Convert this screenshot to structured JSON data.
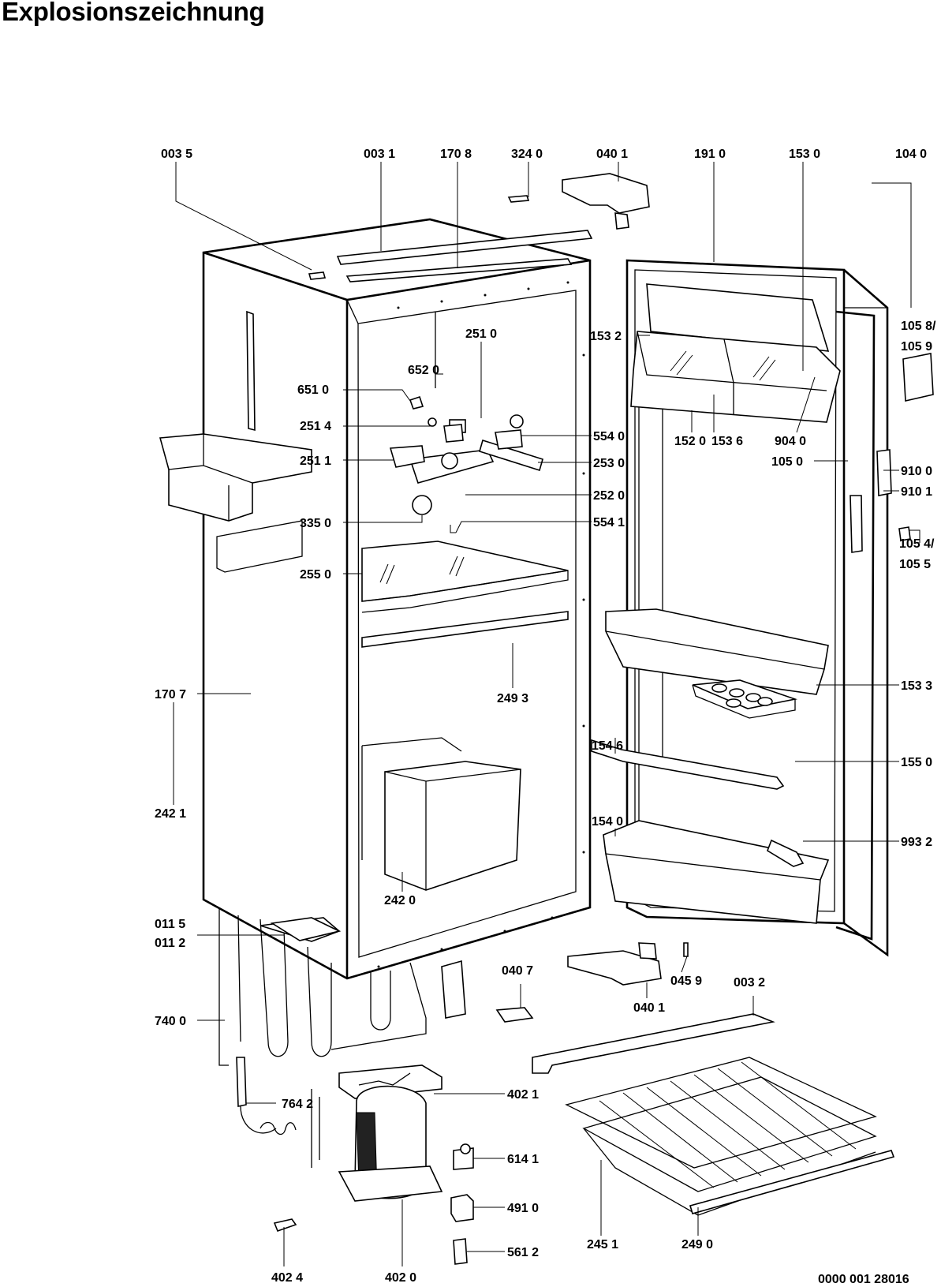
{
  "title": "Explosionszeichnung",
  "document_number": "0000 001 28016",
  "part_labels": [
    "003 5",
    "003 1",
    "170 8",
    "324 0",
    "040 1",
    "191 0",
    "153 0",
    "104 0",
    "105 8/",
    "105 9",
    "153 2",
    "251 0",
    "652 0",
    "651 0",
    "251 4",
    "554 0",
    "253 0",
    "251 1",
    "252 0",
    "335 0",
    "554 1",
    "152 0",
    "153 6",
    "904 0",
    "105 0",
    "910 0",
    "910 1",
    "105 4/",
    "105 5",
    "255 0",
    "249 3",
    "153 3",
    "170 7",
    "154 6",
    "155 0",
    "242 1",
    "154 0",
    "993 2",
    "242 0",
    "011 5",
    "011 2",
    "040 7",
    "045 9",
    "003 2",
    "040 1",
    "740 0",
    "402 1",
    "764 2",
    "614 1",
    "491 0",
    "561 2",
    "245 1",
    "249 0",
    "402 4",
    "402 0"
  ]
}
